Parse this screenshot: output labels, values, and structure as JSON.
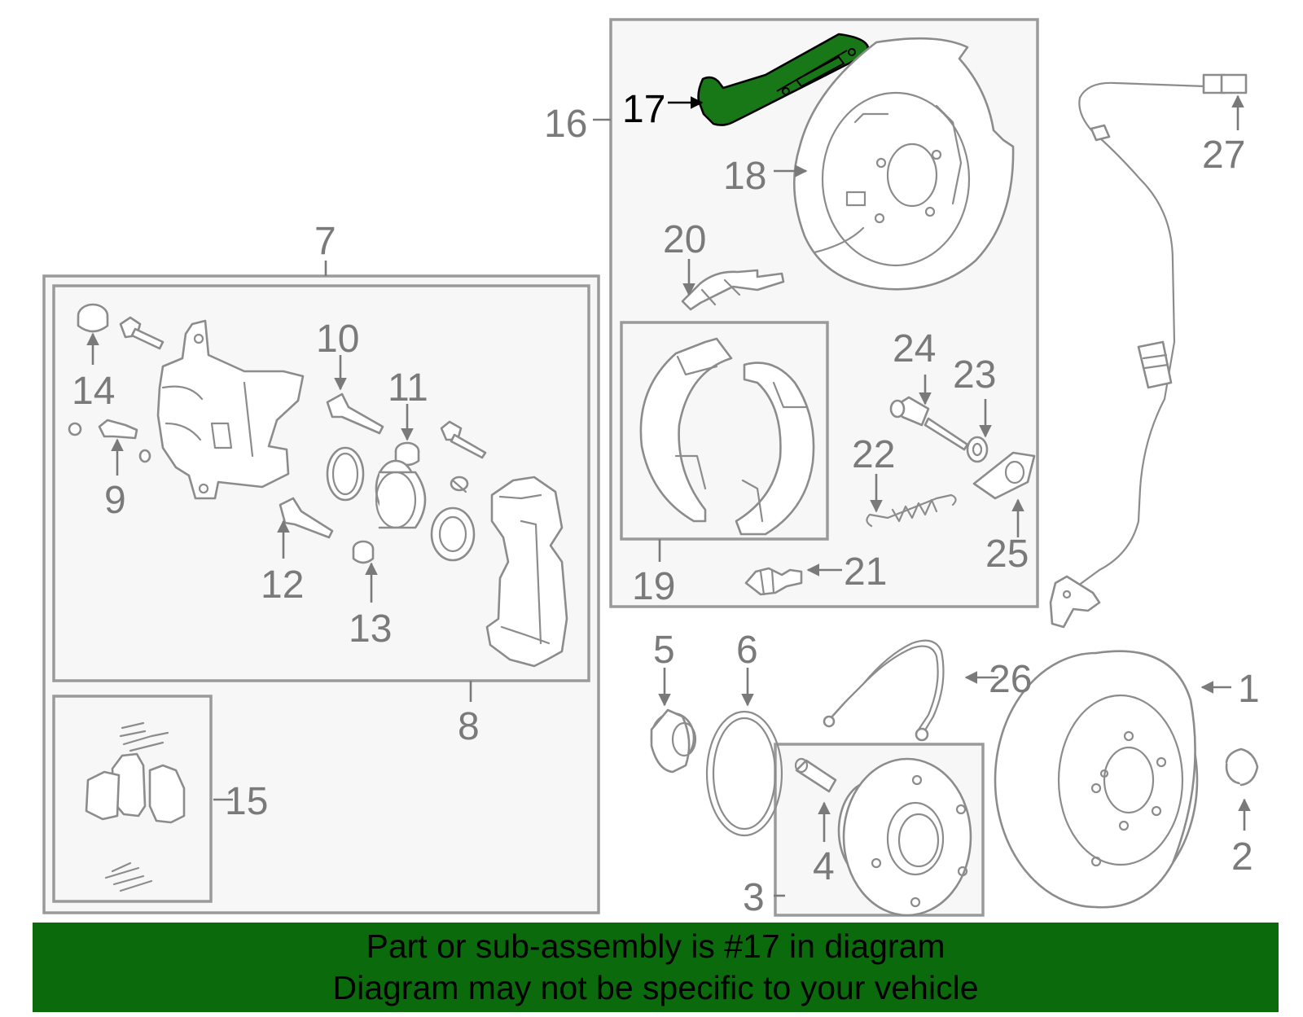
{
  "colors": {
    "highlight": "#187818",
    "banner_background": "#0b6a0b",
    "part_stroke": "#8c8c8c",
    "callout_text": "#7a7a7a"
  },
  "highlighted_part": "17",
  "callouts": {
    "c1": "1",
    "c2": "2",
    "c3": "3",
    "c4": "4",
    "c5": "5",
    "c6": "6",
    "c7": "7",
    "c8": "8",
    "c9": "9",
    "c10": "10",
    "c11": "11",
    "c12": "12",
    "c13": "13",
    "c14": "14",
    "c15": "15",
    "c16": "16",
    "c17": "17",
    "c18": "18",
    "c19": "19",
    "c20": "20",
    "c21": "21",
    "c22": "22",
    "c23": "23",
    "c24": "24",
    "c25": "25",
    "c26": "26",
    "c27": "27"
  },
  "banner": {
    "line1": "Part or sub-assembly is #17 in diagram",
    "line2": "Diagram may not be specific to your vehicle"
  }
}
